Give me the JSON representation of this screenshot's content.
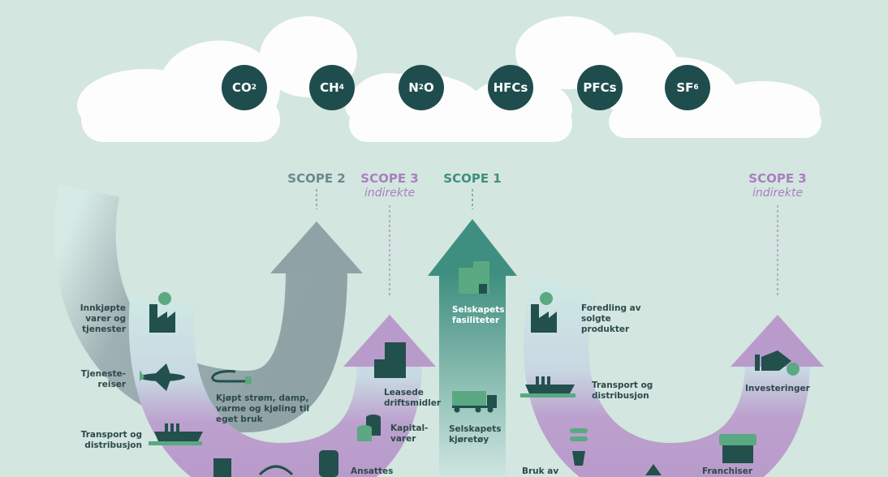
{
  "gases": [
    {
      "base": "CO",
      "sub": "2"
    },
    {
      "base": "CH",
      "sub": "4"
    },
    {
      "base": "N",
      "sub": "2",
      "rest": "O"
    },
    {
      "base": "HFCs",
      "sub": ""
    },
    {
      "base": "PFCs",
      "sub": ""
    },
    {
      "base": "SF",
      "sub": "6"
    }
  ],
  "scopes": {
    "scope2": {
      "title": "SCOPE 2"
    },
    "scope3_left": {
      "title": "SCOPE 3",
      "subtitle": "indirekte"
    },
    "scope1": {
      "title": "SCOPE 1"
    },
    "scope3_right": {
      "title": "SCOPE 3",
      "subtitle": "indirekte"
    }
  },
  "labels": {
    "purchased_goods": "Innkjøpte varer og tjenester",
    "business_travel": "Tjeneste-reiser",
    "upstream_transport": "Transport og distribusjon",
    "purchased_energy": "Kjøpt strøm, damp, varme og kjøling til eget bruk",
    "leased_assets": "Leasede driftsmidler",
    "capital_goods": "Kapital-varer",
    "employee_commuting": "Ansattes",
    "company_facilities": "Selskapets fasiliteter",
    "company_vehicles": "Selskapets kjøretøy",
    "processing": "Foredling av solgte produkter",
    "downstream_transport": "Transport og distribusjon",
    "investments": "Investeringer",
    "use_of_products": "Bruk av",
    "franchises": "Franchiser"
  },
  "colors": {
    "background": "#d3e6df",
    "gas_circle": "#1f4d4d",
    "scope1": "#3f8f80",
    "scope2": "#8fa3a7",
    "scope3": "#b99bcb",
    "icon_dark": "#22504d",
    "icon_green": "#5aa982"
  }
}
